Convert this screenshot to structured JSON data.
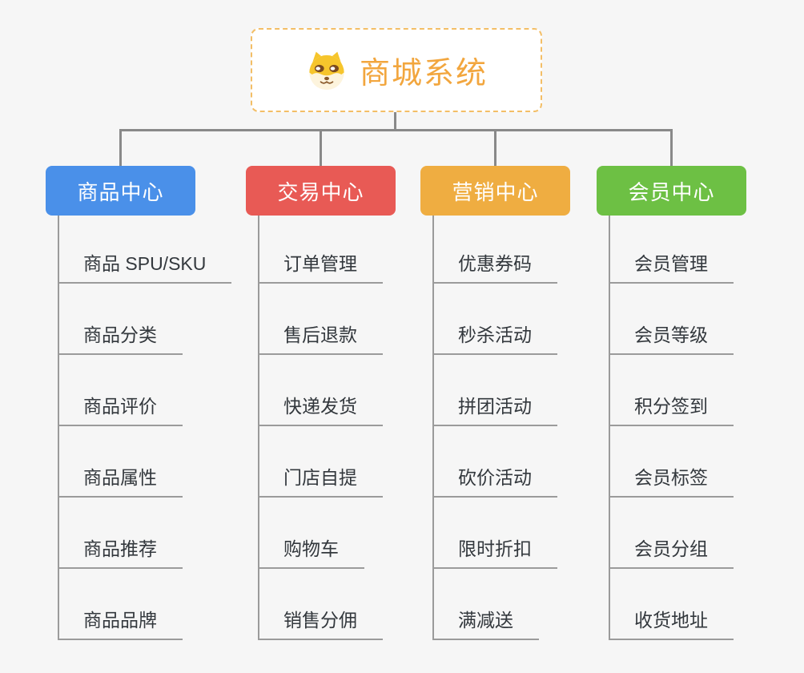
{
  "root": {
    "title": "商城系统",
    "icon": "shiba-dog-icon",
    "accent_color": "#f2a63e",
    "border_color": "#f3be66"
  },
  "connector_color": "#898989",
  "background_color": "#f6f6f6",
  "branches": [
    {
      "label": "商品中心",
      "color": "#4a90e9",
      "items": [
        "商品 SPU/SKU",
        "商品分类",
        "商品评价",
        "商品属性",
        "商品推荐",
        "商品品牌"
      ]
    },
    {
      "label": "交易中心",
      "color": "#e85a55",
      "items": [
        "订单管理",
        "售后退款",
        "快递发货",
        "门店自提",
        "购物车",
        "销售分佣"
      ]
    },
    {
      "label": "营销中心",
      "color": "#efad41",
      "items": [
        "优惠券码",
        "秒杀活动",
        "拼团活动",
        "砍价活动",
        "限时折扣",
        "满减送"
      ]
    },
    {
      "label": "会员中心",
      "color": "#6dc044",
      "items": [
        "会员管理",
        "会员等级",
        "积分签到",
        "会员标签",
        "会员分组",
        "收货地址"
      ]
    }
  ]
}
